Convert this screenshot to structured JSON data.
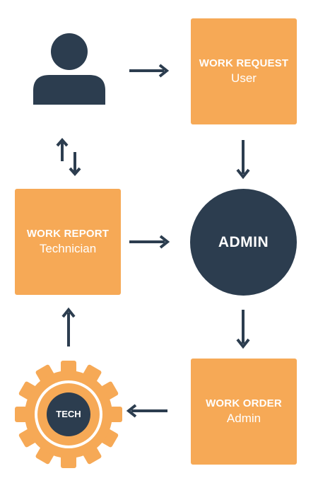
{
  "nodes": {
    "work_request": {
      "title": "WORK REQUEST",
      "subtitle": "User"
    },
    "work_report": {
      "title": "WORK REPORT",
      "subtitle": "Technician"
    },
    "work_order": {
      "title": "WORK ORDER",
      "subtitle": "Admin"
    },
    "admin": {
      "label": "ADMIN"
    },
    "tech": {
      "label": "TECH"
    }
  },
  "icons": {
    "user": "user-icon",
    "gear": "gear-icon"
  },
  "colors": {
    "orange": "#f6a956",
    "navy": "#2c3d4f",
    "white": "#ffffff"
  }
}
